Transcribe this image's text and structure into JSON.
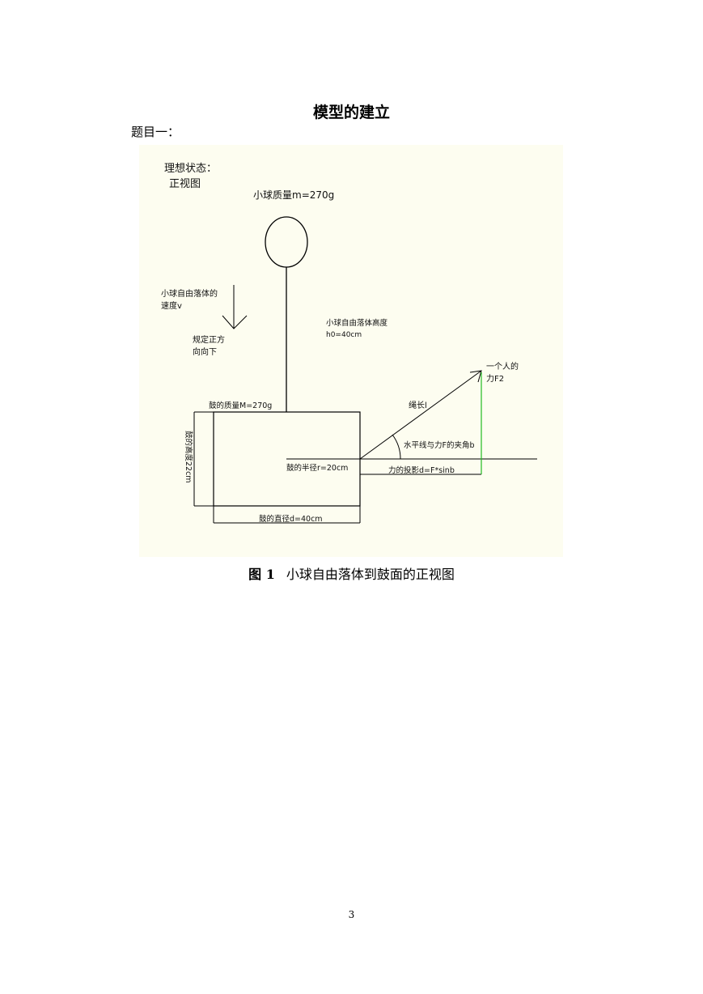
{
  "heading": "模型的建立",
  "subheading": "题目一：",
  "figure": {
    "state_label": "理想状态：",
    "view_label": "正视图",
    "ball_mass": "小球质量m=270g",
    "fall_speed_line1": "小球自由落体的",
    "fall_speed_line2": "速度v",
    "direction_line1": "规定正方",
    "direction_line2": "向向下",
    "fall_height_line1": "小球自由落体高度",
    "fall_height_line2": "h0=40cm",
    "person_force_line1": "一个人的",
    "person_force_line2": "力F2",
    "rope_length": "绳长l",
    "drum_mass": "鼓的质量M=270g",
    "drum_height": "鼓的高度22cm",
    "angle_label": "水平线与力F的夹角b",
    "drum_radius": "鼓的半径r=20cm",
    "force_projection": "力的投影d=F*sinb",
    "drum_diameter": "鼓的直径d=40cm"
  },
  "caption": {
    "number": "图 1",
    "text": "小球自由落体到鼓面的正视图"
  },
  "page_number": "3"
}
